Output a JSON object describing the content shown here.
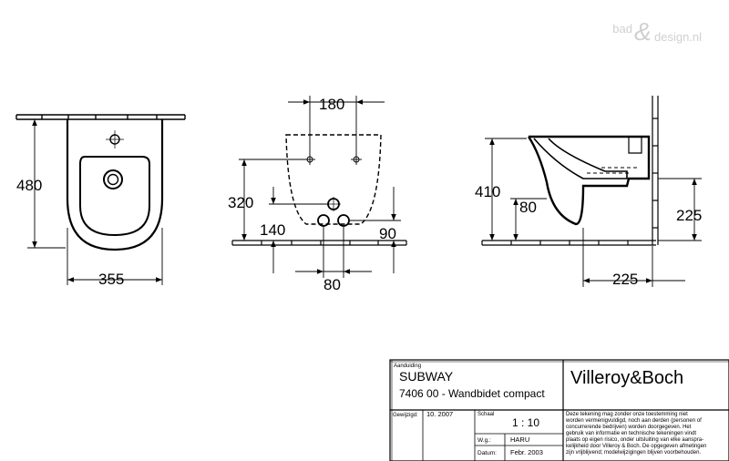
{
  "watermark": {
    "left": "bad",
    "amp": "&",
    "right": "design.nl"
  },
  "dimensions": {
    "front_height": "480",
    "front_width": "355",
    "back_top": "180",
    "back_height": "320",
    "back_inner": "140",
    "back_right": "90",
    "back_bottom": "80",
    "side_height": "410",
    "side_inner": "80",
    "side_right": "225",
    "side_bottom": "225"
  },
  "title_block": {
    "aanduiding_label": "Aanduiding",
    "product_name": "SUBWAY",
    "product_code": "7406 00 - Wandbidet compact",
    "brand": "Villeroy&Boch",
    "gewijzigd_label": "Gewijzigd:",
    "gewijzigd_value": "10. 2007",
    "schaal_label": "Schaal",
    "schaal_value": "1 : 10",
    "wg_label": "W.g.:",
    "wg_value": "HARU",
    "datum_label": "Datum:",
    "datum_value": "Febr. 2003",
    "disclaimer": [
      "Deze tekening mag zonder onze toestemming niet",
      "worden vermenigvuldigd, noch aan derden  (personen of",
      "concurrerende bedrijven) worden doorgegeven. Het",
      "gebruik van informatie en technische tekeningen  vindt",
      "plaats op eigen risico, onder uitsluiting van elke aanspra-",
      "kelijkheid door Villeroy & Boch. De opgegeven afmetingen",
      "zijn vrijblijvend; modelwijzigingen blijven voorbehouden."
    ]
  }
}
